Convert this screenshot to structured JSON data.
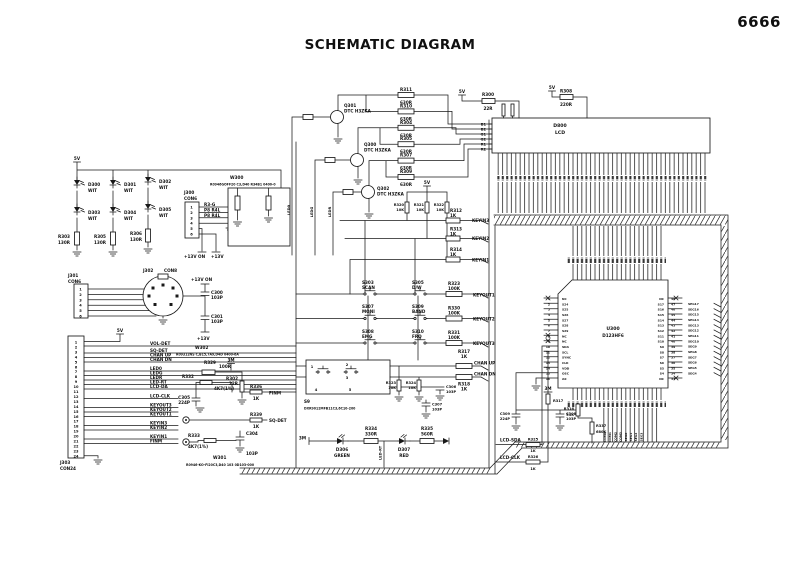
{
  "header": {
    "title": "SCHEMATIC DIAGRAM",
    "page": "6666"
  },
  "rails": {
    "v5": "5V",
    "v13on": "+13V ON",
    "v13": "+13V",
    "m3": "3M"
  },
  "led_matrix": {
    "refs": [
      "D300",
      "D301",
      "D302",
      "D303",
      "D304",
      "D305"
    ],
    "vals": [
      "WIT",
      "WIT",
      "WIT",
      "WIT",
      "WIT",
      "WIT"
    ],
    "r_refs": [
      "R303",
      "R305",
      "R306"
    ],
    "r_vals": [
      "130R",
      "130R",
      "130R"
    ]
  },
  "driver": {
    "q_refs": [
      "Q301",
      "Q300",
      "Q302"
    ],
    "q_val": "DTC H3ZKA",
    "r_refs": [
      "R311",
      "R310",
      "R304",
      "R305",
      "R307",
      "R309"
    ],
    "r_vals": [
      "630R",
      "630R",
      "630R",
      "630R",
      "630R",
      "630R"
    ],
    "nets": [
      "LED0",
      "LEDG",
      "LEDR"
    ]
  },
  "j300": {
    "ref": "J300",
    "type": "CON6",
    "pins": [
      "1",
      "2",
      "3",
      "4",
      "5",
      "6"
    ],
    "nets": [
      "R3-G",
      "P8 R4L",
      "P8 R4L"
    ]
  },
  "w300": {
    "ref": "W300",
    "desc": "R0946GOFF20 C3,D40 R34B1 0400-0"
  },
  "j301": {
    "ref": "J301",
    "type": "CON6",
    "pins": [
      "1",
      "2",
      "3",
      "4",
      "5",
      "6"
    ]
  },
  "j302": {
    "ref": "J302",
    "type": "CON8"
  },
  "c300": {
    "ref": "C300",
    "val": "103P"
  },
  "c301": {
    "ref": "C301",
    "val": "103P"
  },
  "j303": {
    "ref": "J303",
    "type": "CON24",
    "rail": "5V",
    "pins": [
      "1",
      "2",
      "3",
      "4",
      "5",
      "6",
      "7",
      "8",
      "9",
      "10",
      "11",
      "12",
      "13",
      "14",
      "15",
      "16",
      "17",
      "18",
      "19",
      "20",
      "21",
      "22",
      "23",
      "24"
    ],
    "nets": [
      "VOL-DET",
      "SQ-DET",
      "CHAN UP",
      "CHAN DN",
      "LED0",
      "LEDG",
      "LEDR",
      "LED-RT",
      "LCD-DA",
      "LCD-CLK",
      "KEYOUT3",
      "KEYOUT2",
      "KEYOUT1",
      "KEYIN3",
      "KEYIN2",
      "KEYIN1",
      "FINM"
    ]
  },
  "w302": {
    "ref": "W302",
    "desc": "R09312NS C,B15,7A9,D4D 0400-6A"
  },
  "w301": {
    "ref": "W301",
    "desc": "R0946-KO-FI20C3,D40 103 0D103-000"
  },
  "analog": {
    "r329_ref": "R329",
    "r329_val": "100R",
    "r302_ref": "R302",
    "r302_val": "22R",
    "r332_ref": "R332",
    "r332_val": "4K7(1%)",
    "r333_ref": "R333",
    "r333_val": "4K7(1%)",
    "r336_ref": "R336",
    "r336_val": "1K",
    "r339_ref": "R339",
    "r339_val": "1K",
    "c305_ref": "C305",
    "c305_val": "224P",
    "c304_ref": "C304",
    "c304_val": "103P",
    "finm": "FINM",
    "sqdet": "SQ-DET"
  },
  "matrix": {
    "s_refs": [
      "S303",
      "S305",
      "S307",
      "S309",
      "S308",
      "S310"
    ],
    "s_names": [
      "SCAN",
      "D/W",
      "MONI",
      "BAND",
      "EMG",
      "FRQ"
    ],
    "r_refs": [
      "R323",
      "R330",
      "R331"
    ],
    "r_val": "100K",
    "outs": [
      "KEYOUT1",
      "KEYOUT2",
      "KEYOUT3"
    ],
    "chan_refs": [
      "R317",
      "R318"
    ],
    "chan_val": "1K",
    "chan_nets": [
      "CHAN UP",
      "CHAN DN"
    ],
    "in_refs": [
      "R312",
      "R313",
      "R314"
    ],
    "in_val": "1K",
    "in_nets": [
      "KEYIN3",
      "KEYIN2",
      "KEYIN1"
    ],
    "pu_refs": [
      "R320",
      "R321",
      "R322"
    ],
    "pu_val": "10K",
    "rail": "5V"
  },
  "s9": {
    "ref": "S9",
    "desc": "DXR9012MFB11C3,6C10-200",
    "pins": [
      "1",
      "2",
      "3",
      "4",
      "5"
    ],
    "r1_ref": "R323",
    "r2_ref": "R324",
    "r_val": "10K",
    "c1_ref": "C306",
    "c2_ref": "C307",
    "c_val": "103P"
  },
  "ind": {
    "rail": "3M",
    "d1_ref": "D306",
    "d1_val": "GREEN",
    "r1_ref": "R334",
    "r1_val": "330R",
    "net": "LED-RT",
    "d2_ref": "D307",
    "d2_val": "RED",
    "r2_ref": "R335",
    "r2_val": "560R"
  },
  "lcd": {
    "ref": "D800",
    "name": "LCD",
    "pins": [
      "B1",
      "B2",
      "G1",
      "G2",
      "R1",
      "R2"
    ],
    "r300_ref": "R300",
    "r300_val": "22R",
    "r308_ref": "R308",
    "r308_val": "220R"
  },
  "ic": {
    "ref": "U300",
    "part": "D123HF6",
    "left_pins": [
      "NC",
      "S24",
      "S25",
      "S26",
      "S27",
      "S28",
      "S29",
      "NC",
      "NC",
      "SDA",
      "SCL",
      "SYNC",
      "CLK",
      "VDD",
      "OSC",
      "A0"
    ],
    "left_nums": [
      "1",
      "2",
      "3",
      "4",
      "5",
      "6",
      "7",
      "8",
      "9",
      "10",
      "11",
      "12",
      "13",
      "14",
      "15",
      "16"
    ],
    "right_pins": [
      "NC",
      "S17",
      "S16",
      "S15",
      "S14",
      "S13",
      "S12",
      "S11",
      "S10",
      "S9",
      "S8",
      "S7",
      "S6",
      "S5",
      "S4",
      "NC"
    ],
    "right_nums": [
      "48",
      "47",
      "46",
      "45",
      "44",
      "43",
      "42",
      "41",
      "40",
      "39",
      "38",
      "37",
      "36",
      "35",
      "34",
      "33"
    ],
    "right_nets": [
      "SEG17",
      "SEG16",
      "SEG15",
      "SEG14",
      "SEG13",
      "SEG12",
      "SEG11",
      "SEG10",
      "SEG9",
      "SEG8",
      "SEG7",
      "SEG6",
      "SEG5",
      "SEG4"
    ],
    "bus_nets": [
      "COM0",
      "COM1",
      "COM2",
      "COM3",
      "SEG0",
      "SEG1",
      "SEG2",
      "SEG3"
    ]
  },
  "cluster": {
    "rail": "3M",
    "r317_ref": "R317",
    "c309_ref": "C309",
    "c309_val": "224P",
    "c308_ref": "C308",
    "c308_val": "103P",
    "r316_ref": "R316",
    "r316_val": "51K",
    "r337_ref": "R337",
    "r337_val": "680K",
    "sda": "LCD-SDA",
    "clk": "LCD-CLK",
    "r325_ref": "R325",
    "r325_val": "1K",
    "r326_ref": "R326",
    "r326_val": "1K"
  }
}
